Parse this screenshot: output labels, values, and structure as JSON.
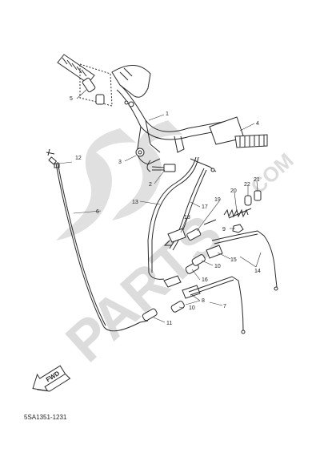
{
  "diagram": {
    "catalog_code": "5SA1351-1231",
    "watermark": {
      "brand": "PARTS",
      "suffix": ".COM"
    },
    "fwd_label": "FWD",
    "callouts": [
      "1",
      "2",
      "3",
      "4",
      "5",
      "6",
      "7",
      "8",
      "9",
      "10",
      "10",
      "11",
      "12",
      "13",
      "14",
      "15",
      "16",
      "17",
      "18",
      "19",
      "20",
      "21",
      "22"
    ]
  }
}
